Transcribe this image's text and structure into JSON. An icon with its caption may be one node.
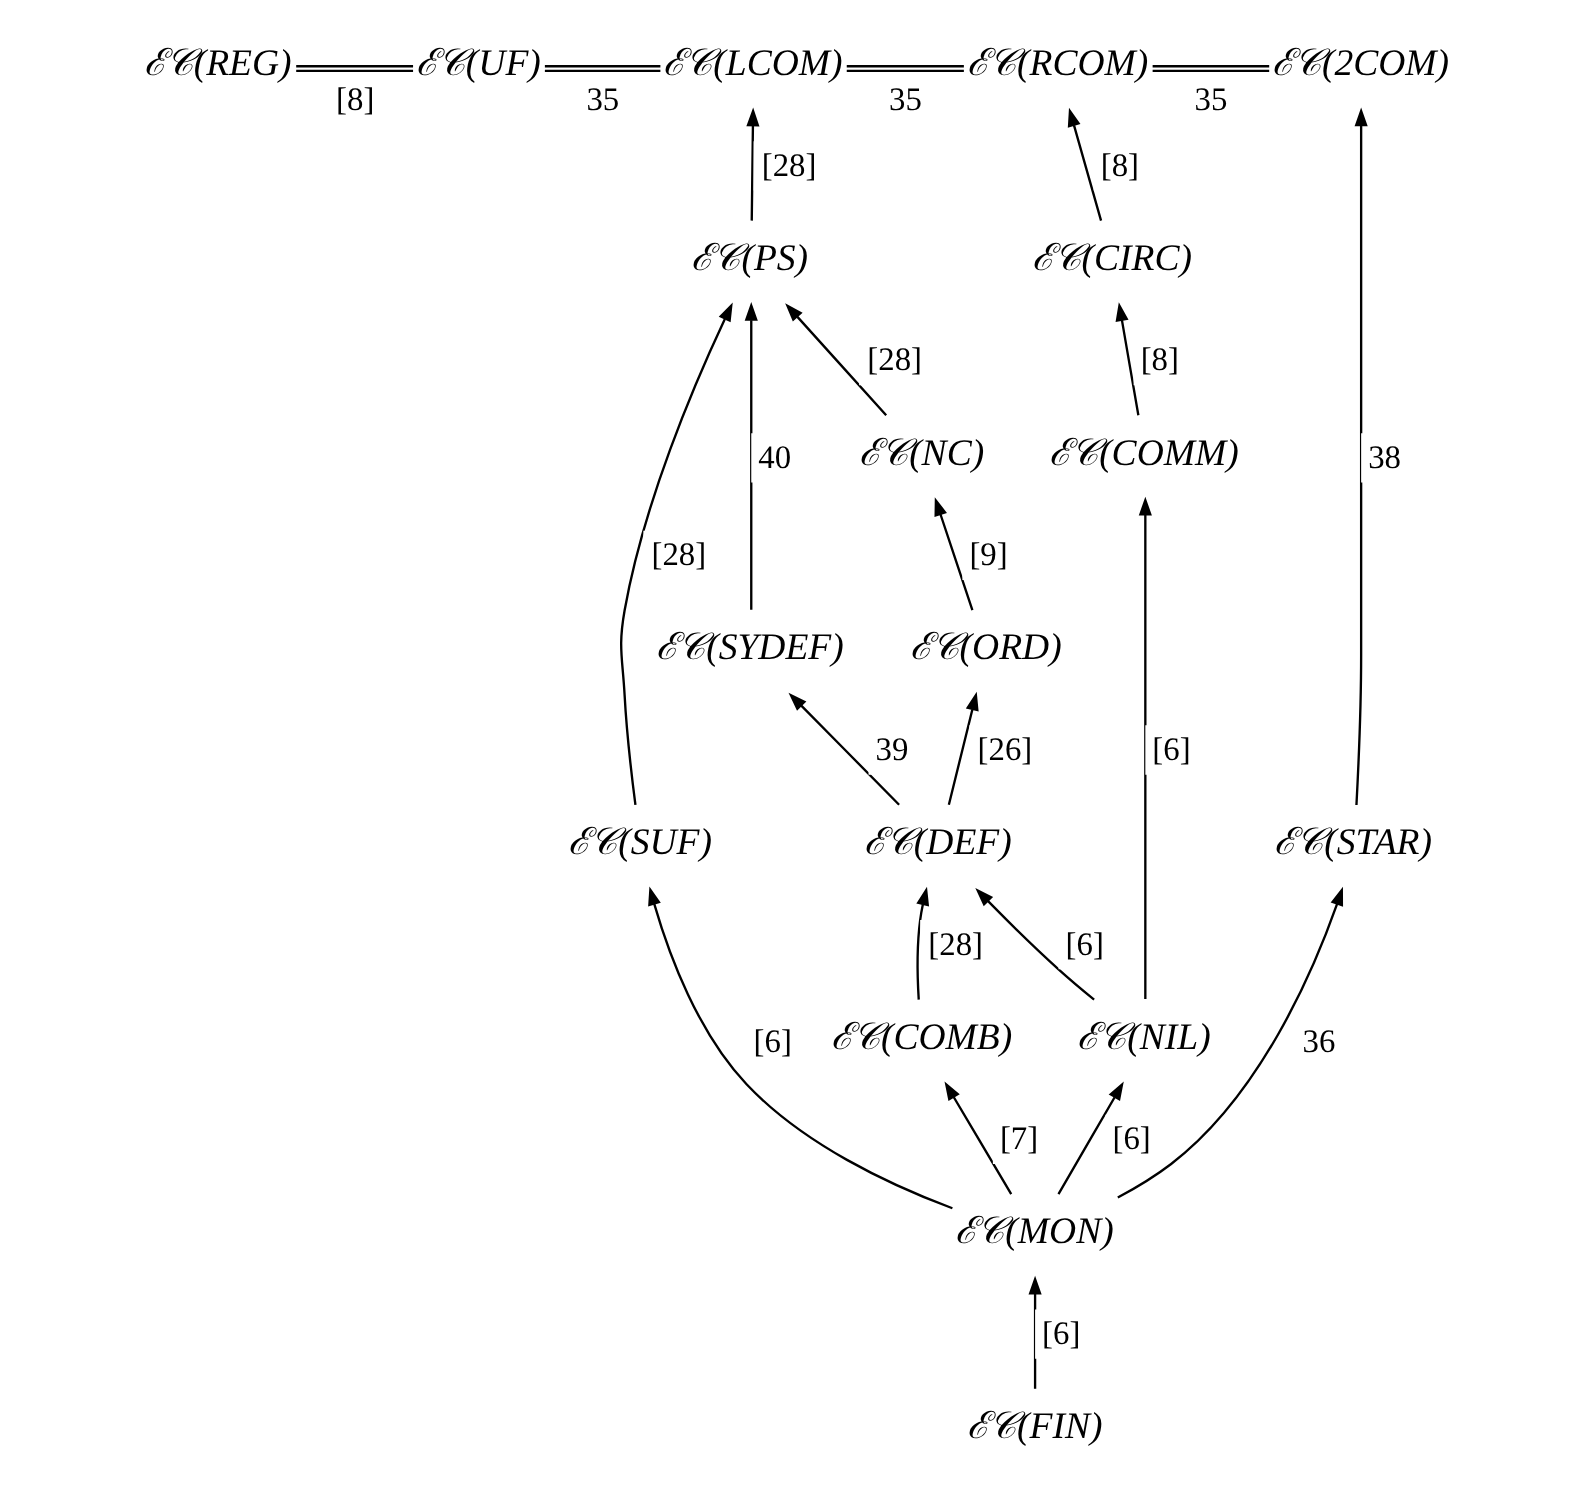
{
  "diagram": {
    "nodes": [
      {
        "text": [
          "ℰ𝒞(REG)"
        ]
      },
      {
        "text": [
          "ℰ𝒞(UF)"
        ]
      },
      {
        "text": [
          "ℰ𝒞(LCOM)"
        ]
      },
      {
        "text": [
          "ℰ𝒞(RCOM)"
        ]
      },
      {
        "text": [
          "ℰ𝒞(2COM)"
        ]
      },
      {
        "text": [
          "ℰ𝒞(PS)"
        ]
      },
      {
        "text": [
          "ℰ𝒞(NC)"
        ]
      },
      {
        "text": [
          "ℰ𝒞(CIRC)"
        ]
      },
      {
        "text": [
          "ℰ𝒞(SYDEF)"
        ]
      },
      {
        "text": [
          "ℰ𝒞(ORD)"
        ]
      },
      {
        "text": [
          "ℰ𝒞(COMM)"
        ]
      },
      {
        "text": [
          "ℰ𝒞(SUF)"
        ]
      },
      {
        "text": [
          "ℰ𝒞(DEF)"
        ]
      },
      {
        "text": [
          "ℰ𝒞(STAR)"
        ]
      },
      {
        "text": [
          "ℰ𝒞(COMB)"
        ]
      },
      {
        "text": [
          "ℰ𝒞(NIL)"
        ]
      },
      {
        "text": [
          "ℰ𝒞(MON)"
        ]
      },
      {
        "text": [
          "ℰ𝒞(FIN)"
        ]
      }
    ],
    "edges": [
      {
        "from": 0,
        "to": 1,
        "arrow": "none",
        "label": "[8]"
      },
      {
        "from": 1,
        "to": 2,
        "arrow": "none",
        "label": "35"
      },
      {
        "from": 2,
        "to": 3,
        "arrow": "none",
        "label": "35"
      },
      {
        "from": 3,
        "to": 4,
        "arrow": "none",
        "label": "35"
      },
      {
        "from": 5,
        "to": 2,
        "arrow": "to",
        "label": "[28]"
      },
      {
        "from": 6,
        "to": 5,
        "arrow": "to",
        "label": "[28]"
      },
      {
        "from": 9,
        "to": 6,
        "arrow": "to",
        "label": "[9]"
      },
      {
        "from": 12,
        "to": 9,
        "arrow": "to",
        "label": "[26]"
      },
      {
        "from": 14,
        "to": 12,
        "arrow": "to",
        "label": "[28]"
      },
      {
        "from": 16,
        "to": 14,
        "arrow": "to",
        "label": "[7]"
      },
      {
        "from": 17,
        "to": 16,
        "arrow": "to",
        "label": "[6]"
      },
      {
        "from": 7,
        "to": 3,
        "arrow": "to",
        "label": "[8]"
      },
      {
        "from": 10,
        "to": 7,
        "arrow": "to",
        "label": "[8]"
      },
      {
        "from": 15,
        "to": 10,
        "arrow": "to",
        "label": "[6]"
      },
      {
        "from": 15,
        "to": 12,
        "arrow": "to",
        "label": "[6]"
      },
      {
        "from": 8,
        "to": 5,
        "arrow": "to",
        "label": "40"
      },
      {
        "from": 12,
        "to": 8,
        "arrow": "to",
        "label": "39"
      },
      {
        "from": 11,
        "to": 5,
        "arrow": "to",
        "label": "[28]"
      },
      {
        "from": 16,
        "to": 11,
        "arrow": "to",
        "label": "[6]"
      },
      {
        "from": 16,
        "to": 15,
        "arrow": "to",
        "label": "[6]"
      },
      {
        "from": 16,
        "to": 13,
        "arrow": "to",
        "label": "36"
      },
      {
        "from": 13,
        "to": 4,
        "arrow": "to",
        "label": "38"
      }
    ]
  }
}
